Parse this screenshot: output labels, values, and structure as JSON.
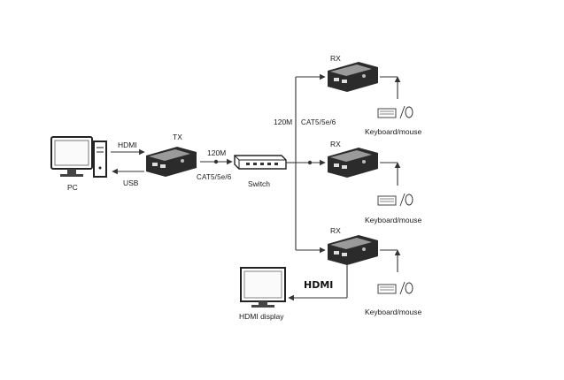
{
  "diagram": {
    "pc": {
      "label": "PC"
    },
    "pc_to_tx": {
      "top_label": "HDMI",
      "bottom_label": "USB"
    },
    "tx": {
      "label": "TX"
    },
    "tx_to_switch": {
      "top_label": "120M",
      "bottom_label": "CAT5/5e/6"
    },
    "switch": {
      "label": "Switch"
    },
    "trunk": {
      "distance_label": "120M",
      "cable_label": "CAT5/5e/6"
    },
    "receivers": [
      {
        "label": "RX",
        "peripheral_label": "Keyboard/mouse"
      },
      {
        "label": "RX",
        "peripheral_label": "Keyboard/mouse"
      },
      {
        "label": "RX",
        "peripheral_label": "Keyboard/mouse"
      }
    ],
    "display_link": {
      "label": "HDMI"
    },
    "display": {
      "label": "HDMI display"
    }
  },
  "colors": {
    "line": "#333333",
    "device": "#2b2b2b",
    "background": "#ffffff"
  }
}
